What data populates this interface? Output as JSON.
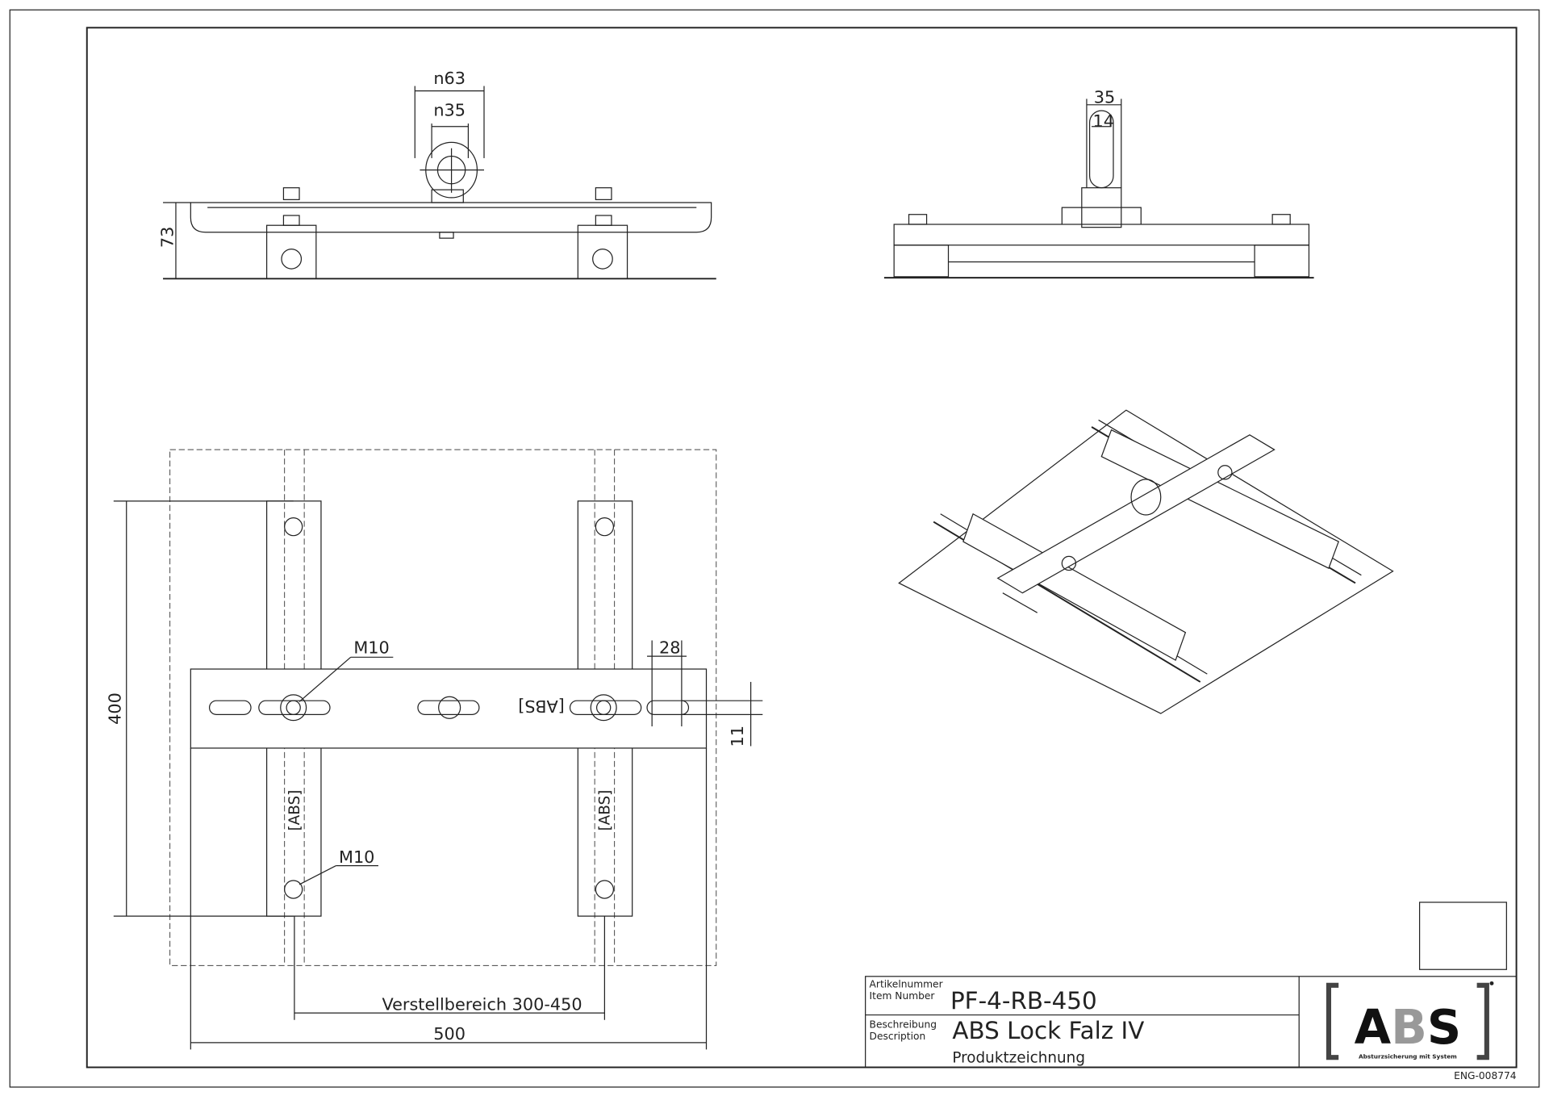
{
  "drawing": {
    "front_view": {
      "dim_outer_diameter": "n63",
      "dim_inner_diameter": "n35",
      "dim_height": "73"
    },
    "side_view": {
      "dim_width": "35",
      "dim_stem": "14"
    },
    "plan_view": {
      "dim_rail_length": "400",
      "dim_plate_width": "500",
      "dim_adjustment_range": "Verstellbereich  300-450",
      "bolt_label_1": "M10",
      "bolt_label_2": "M10",
      "dim_slot_length": "28",
      "dim_slot_width": "11",
      "engraving": "[ABS]"
    }
  },
  "title_block": {
    "item_number_label_de": "Artikelnummer",
    "item_number_label_en": "Item  Number",
    "item_number": "PF-4-RB-450",
    "description_label_de": "Beschreibung",
    "description_label_en": "Description",
    "description": "ABS  Lock  Falz  IV",
    "subtitle": "Produktzeichnung",
    "logo_text": "ABS",
    "logo_tagline": "Absturzsicherung mit System",
    "document_number": "ENG-008774"
  },
  "colors": {
    "line": "#222222",
    "logo_grey": "#999999"
  }
}
